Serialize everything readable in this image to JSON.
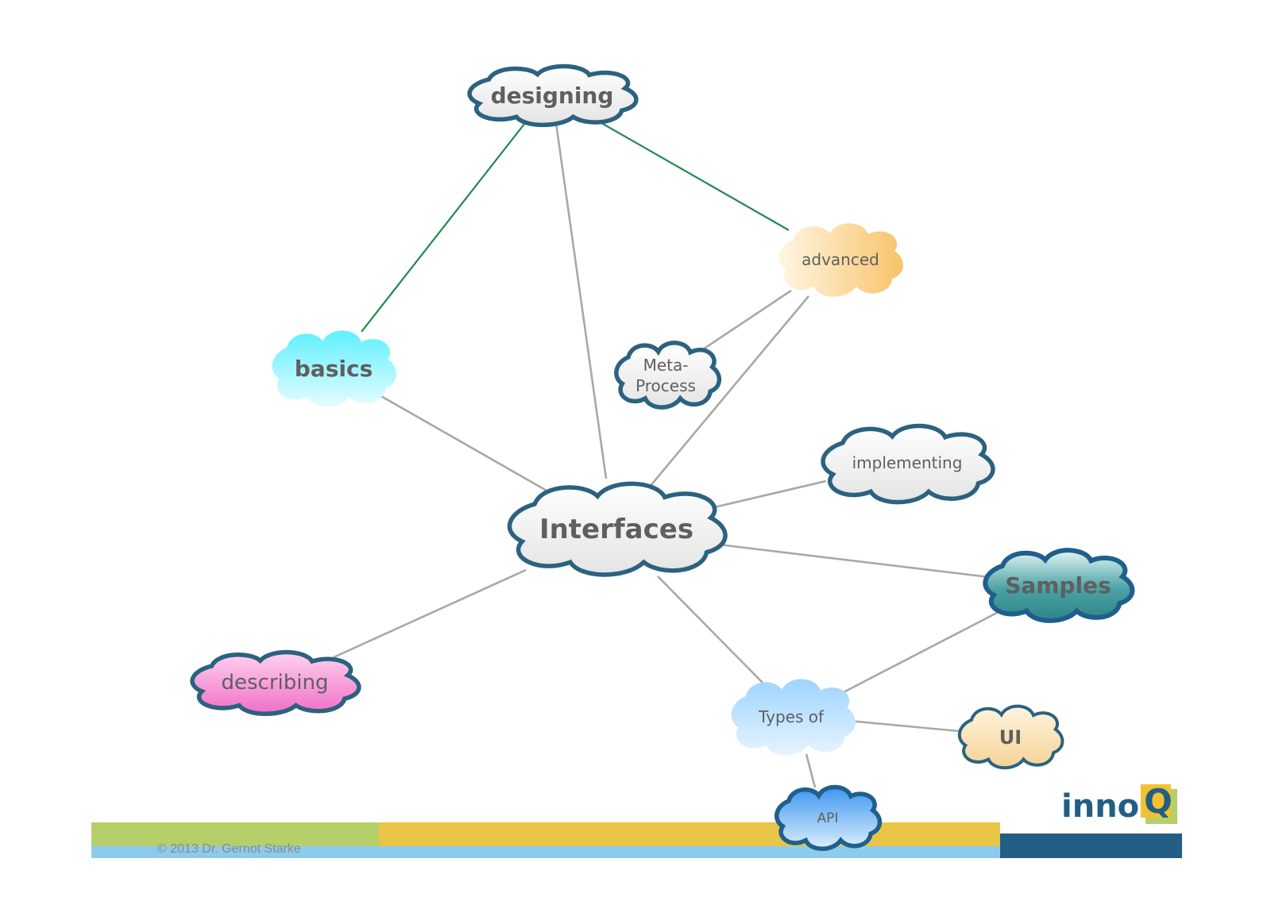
{
  "diagram": {
    "central": "Interfaces",
    "nodes": {
      "designing": "designing",
      "advanced": "advanced",
      "basics": "basics",
      "meta_process": [
        "Meta-",
        "Process"
      ],
      "implementing": "implementing",
      "interfaces": "Interfaces",
      "samples": "Samples",
      "describing": "describing",
      "types_of": "Types of",
      "ui": "UI",
      "api": "API"
    },
    "edges": [
      [
        "designing",
        "basics"
      ],
      [
        "designing",
        "advanced"
      ],
      [
        "designing",
        "interfaces"
      ],
      [
        "basics",
        "interfaces"
      ],
      [
        "advanced",
        "meta_process"
      ],
      [
        "advanced",
        "interfaces"
      ],
      [
        "implementing",
        "interfaces"
      ],
      [
        "samples",
        "interfaces"
      ],
      [
        "describing",
        "interfaces"
      ],
      [
        "types_of",
        "interfaces"
      ],
      [
        "types_of",
        "samples"
      ],
      [
        "types_of",
        "ui"
      ],
      [
        "types_of",
        "api"
      ]
    ],
    "colors": {
      "edge_gray": "#a8a8a8",
      "edge_green": "#1f8a4c",
      "cloud_outline": "#2b6280"
    }
  },
  "footer": {
    "copyright": "© 2013 Dr. Gernot Starke",
    "logo_text": "inno",
    "logo_q": "Q",
    "band_colors": {
      "green": "#b5cf6b",
      "yellow": "#e8c547",
      "blue": "#8ccbeb",
      "navy": "#235f85"
    }
  }
}
